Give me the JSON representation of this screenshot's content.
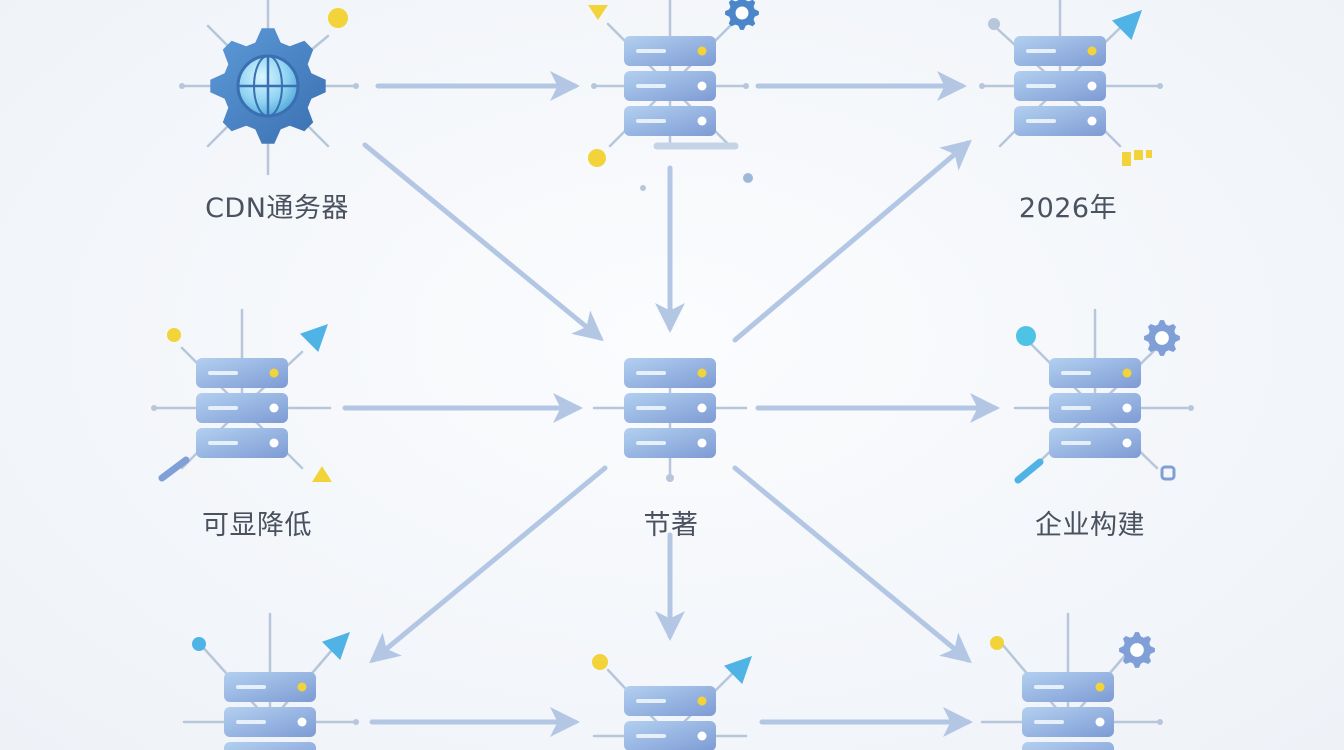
{
  "diagram": {
    "labels": {
      "cdn": "CDN通务器",
      "year": "2026年",
      "reduce": "可显降低",
      "center": "节著",
      "enterprise": "企业构建"
    }
  },
  "colors": {
    "server_light": "#a9c8ec",
    "server_dark": "#7f9fd6",
    "arrow": "#b3c7e4",
    "accent_yellow": "#f2d43a",
    "accent_cyan": "#4fb3e6",
    "gear_blue": "#4a86c9"
  },
  "icons": {
    "gear": "gear-icon",
    "server": "server-icon",
    "globe": "globe-icon",
    "pointer": "pointer-arrow-icon"
  }
}
